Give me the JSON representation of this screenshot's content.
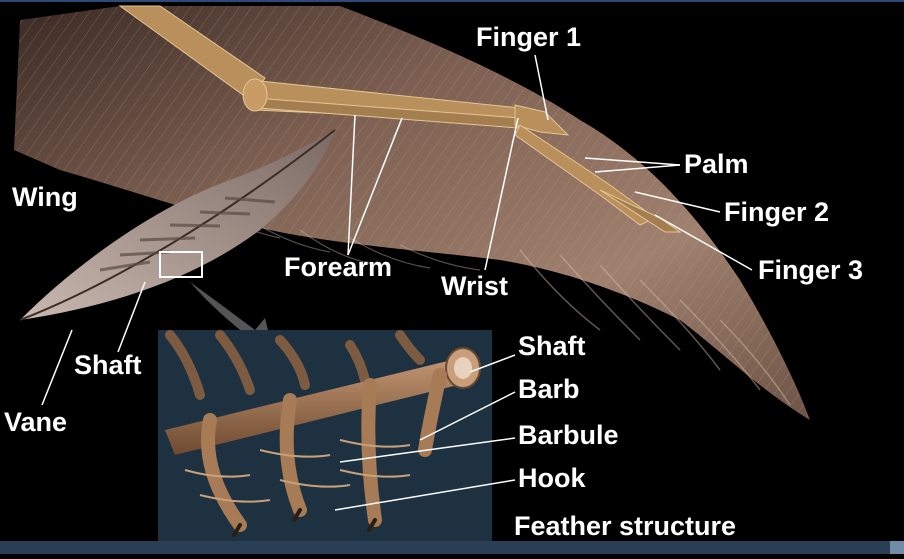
{
  "labels": {
    "wing": "Wing",
    "finger1": "Finger 1",
    "palm": "Palm",
    "finger2": "Finger 2",
    "finger3": "Finger 3",
    "forearm": "Forearm",
    "wrist": "Wrist",
    "shaft_feather": "Shaft",
    "vane": "Vane",
    "shaft_detail": "Shaft",
    "barb": "Barb",
    "barbule": "Barbule",
    "hook": "Hook",
    "feather_structure": "Feather structure"
  },
  "colors": {
    "background": "#000000",
    "feather_skin": "#8a6a58",
    "bone": "#b98f5c",
    "detail_bg": "#1e3140",
    "detail_barb": "#9a7150",
    "label": "#ffffff"
  }
}
